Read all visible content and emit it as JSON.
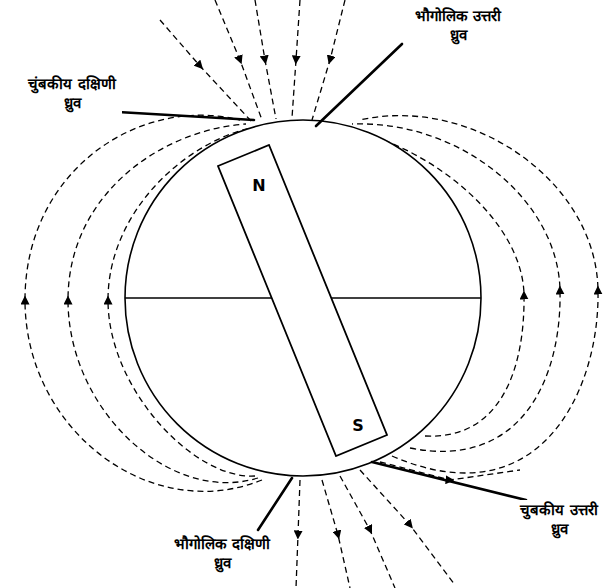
{
  "diagram": {
    "nodes": [
      {
        "text": [
          "N",
          "S"
        ]
      }
    ],
    "labels": [
      "भौगोलिक उत्तरी ध्रुव",
      "चुंबकीय दक्षिणी ध्रुव",
      "चुबकीय उत्तरी ध्रुव",
      "भौगोलिक दक्षिणी ध्रुव"
    ]
  }
}
